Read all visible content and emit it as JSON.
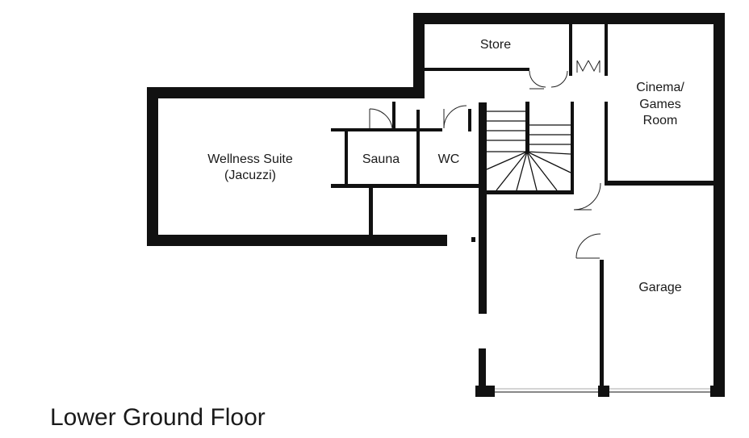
{
  "floor_title": "Lower Ground Floor",
  "rooms": {
    "store": "Store",
    "cinema": [
      "Cinema/",
      "Games",
      "Room"
    ],
    "wellness": [
      "Wellness Suite",
      "(Jacuzzi)"
    ],
    "sauna": "Sauna",
    "wc": "WC",
    "garage": "Garage"
  }
}
